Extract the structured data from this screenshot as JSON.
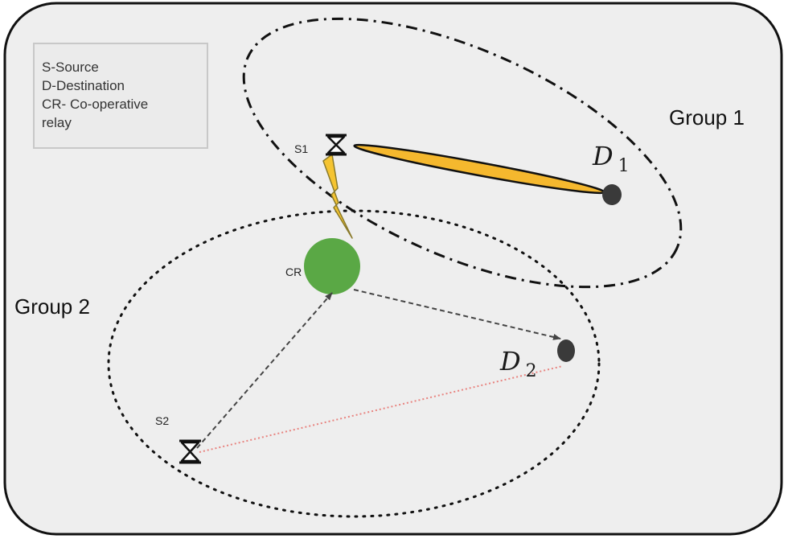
{
  "legend": {
    "lines": [
      "S-Source",
      "D-Destination",
      "CR- Co-operative",
      "relay"
    ]
  },
  "groups": {
    "group1_label": "Group 1",
    "group2_label": "Group 2"
  },
  "nodes": {
    "s1_label": "S1",
    "s2_label": "S2",
    "cr_label": "CR",
    "d1_letter": "D",
    "d1_sub": "1",
    "d2_letter": "D",
    "d2_sub": "2"
  },
  "colors": {
    "panel_bg": "#eeeeee",
    "relay_green": "#5aa845",
    "beam_yellow": "#f5b82e",
    "bolt_yellow": "#f5c431",
    "direct_link_red": "#e8837f",
    "arrow_gray": "#444444",
    "destination_dot": "#3a3a3a"
  }
}
